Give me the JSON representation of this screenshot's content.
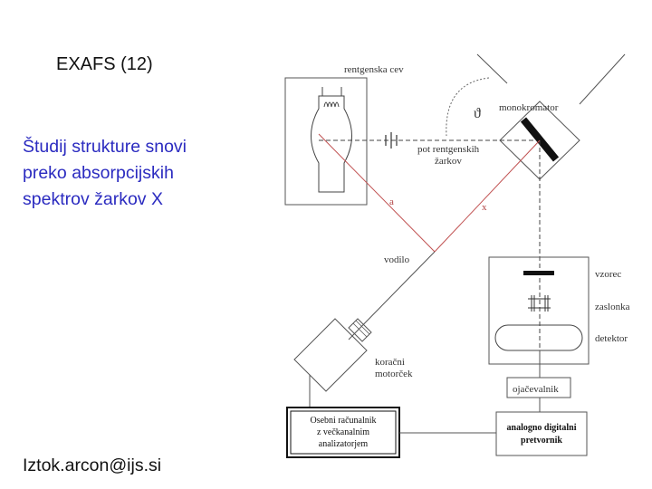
{
  "slide": {
    "title": "EXAFS (12)",
    "subtitle_lines": [
      "Študij strukture snovi",
      "preko absorpcijskih",
      "spektrov žarkov X"
    ],
    "email": "Iztok.arcon@ijs.si"
  },
  "diagram": {
    "labels": {
      "xray_tube": "rentgenska cev",
      "monochromator": "monokromator",
      "angle": "ϑ",
      "beam_path_1": "pot rentgenskih",
      "beam_path_2": "žarkov",
      "arm_a": "a",
      "arm_x": "x",
      "guide": "vodilo",
      "stepper_1": "koračni",
      "stepper_2": "motorček",
      "sample": "vzorec",
      "slit": "zaslonka",
      "detector": "detektor",
      "amplifier": "ojačevalnik",
      "computer_1": "Osebni računalnik",
      "computer_2": "z večkanalnim",
      "computer_3": "analizatorjem",
      "adc_1": "analogno digitalni",
      "adc_2": "pretvornik"
    },
    "colors": {
      "line": "#555555",
      "red_arm": "#c05050",
      "beam_dash": "#444444"
    }
  }
}
